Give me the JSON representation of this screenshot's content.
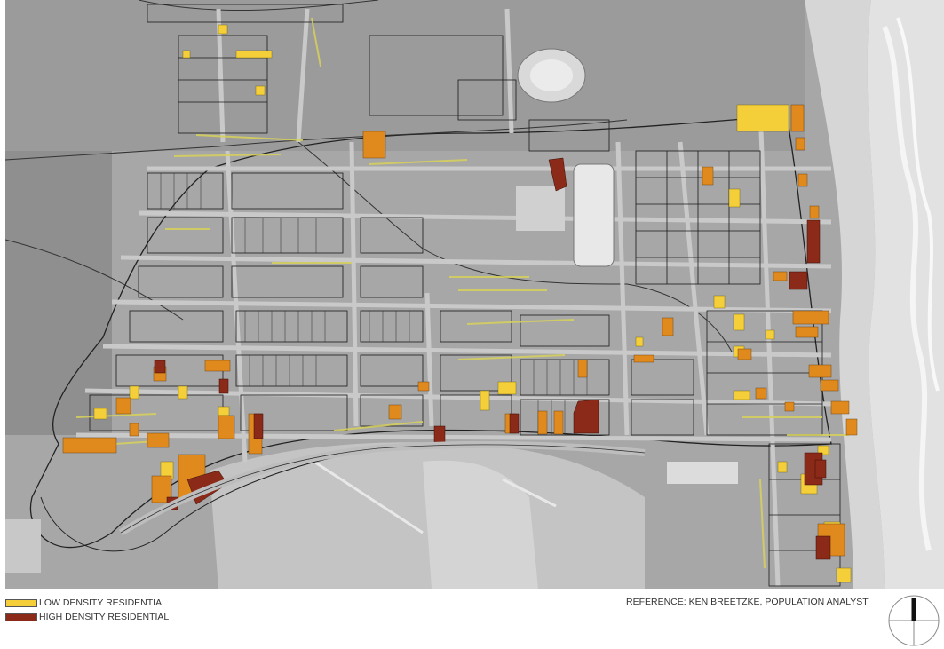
{
  "legend": {
    "items": [
      {
        "label": "LOW DENSITY RESIDENTIAL",
        "color": "#f5cf3a"
      },
      {
        "label": "HIGH DENSITY RESIDENTIAL",
        "color": "#8b2a18"
      }
    ]
  },
  "reference": "REFERENCE: KEN BREETZKE, POPULATION ANALYST",
  "colors": {
    "low_density": "#f5cf3a",
    "medium_density": "#e08a1e",
    "high_density": "#8b2a18",
    "street_label": "#d8d25a",
    "block_outline": "#1a1a1a"
  },
  "icons": {
    "north_arrow": "north-arrow-icon"
  }
}
